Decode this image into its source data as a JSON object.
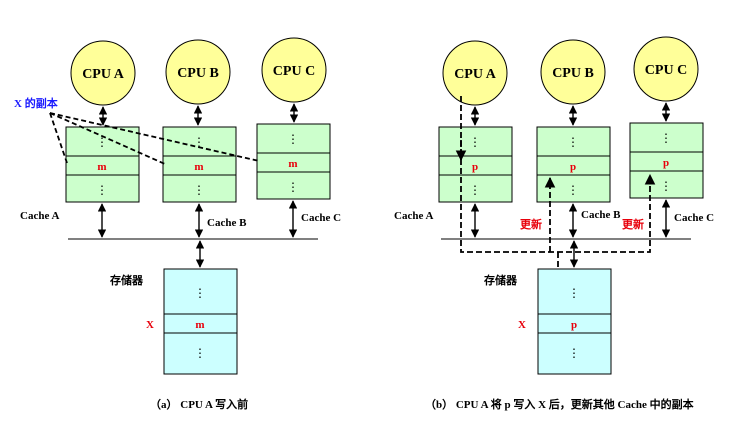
{
  "left": {
    "cpus": [
      "CPU A",
      "CPU B",
      "CPU C"
    ],
    "caches": [
      "Cache A",
      "Cache B",
      "Cache C"
    ],
    "cache_value": "m",
    "copy_label": "X 的副本",
    "memory_label": "存储器",
    "memory_var": "X",
    "memory_value": "m",
    "caption": "（a） CPU A 写入前"
  },
  "right": {
    "cpus": [
      "CPU A",
      "CPU B",
      "CPU C"
    ],
    "caches": [
      "Cache A",
      "Cache B",
      "Cache C"
    ],
    "cache_value": "p",
    "update_label": "更新",
    "memory_label": "存储器",
    "memory_var": "X",
    "memory_value": "p",
    "caption": "（b） CPU A 将 p 写入 X 后，更新其他 Cache 中的副本"
  },
  "ellipsis": "⋮",
  "colors": {
    "cpu_fill": "#ffff99",
    "cache_fill": "#ccffcc",
    "memory_fill": "#ccffff",
    "value_red": "#e8000b",
    "copy_blue": "#1a1aff"
  }
}
